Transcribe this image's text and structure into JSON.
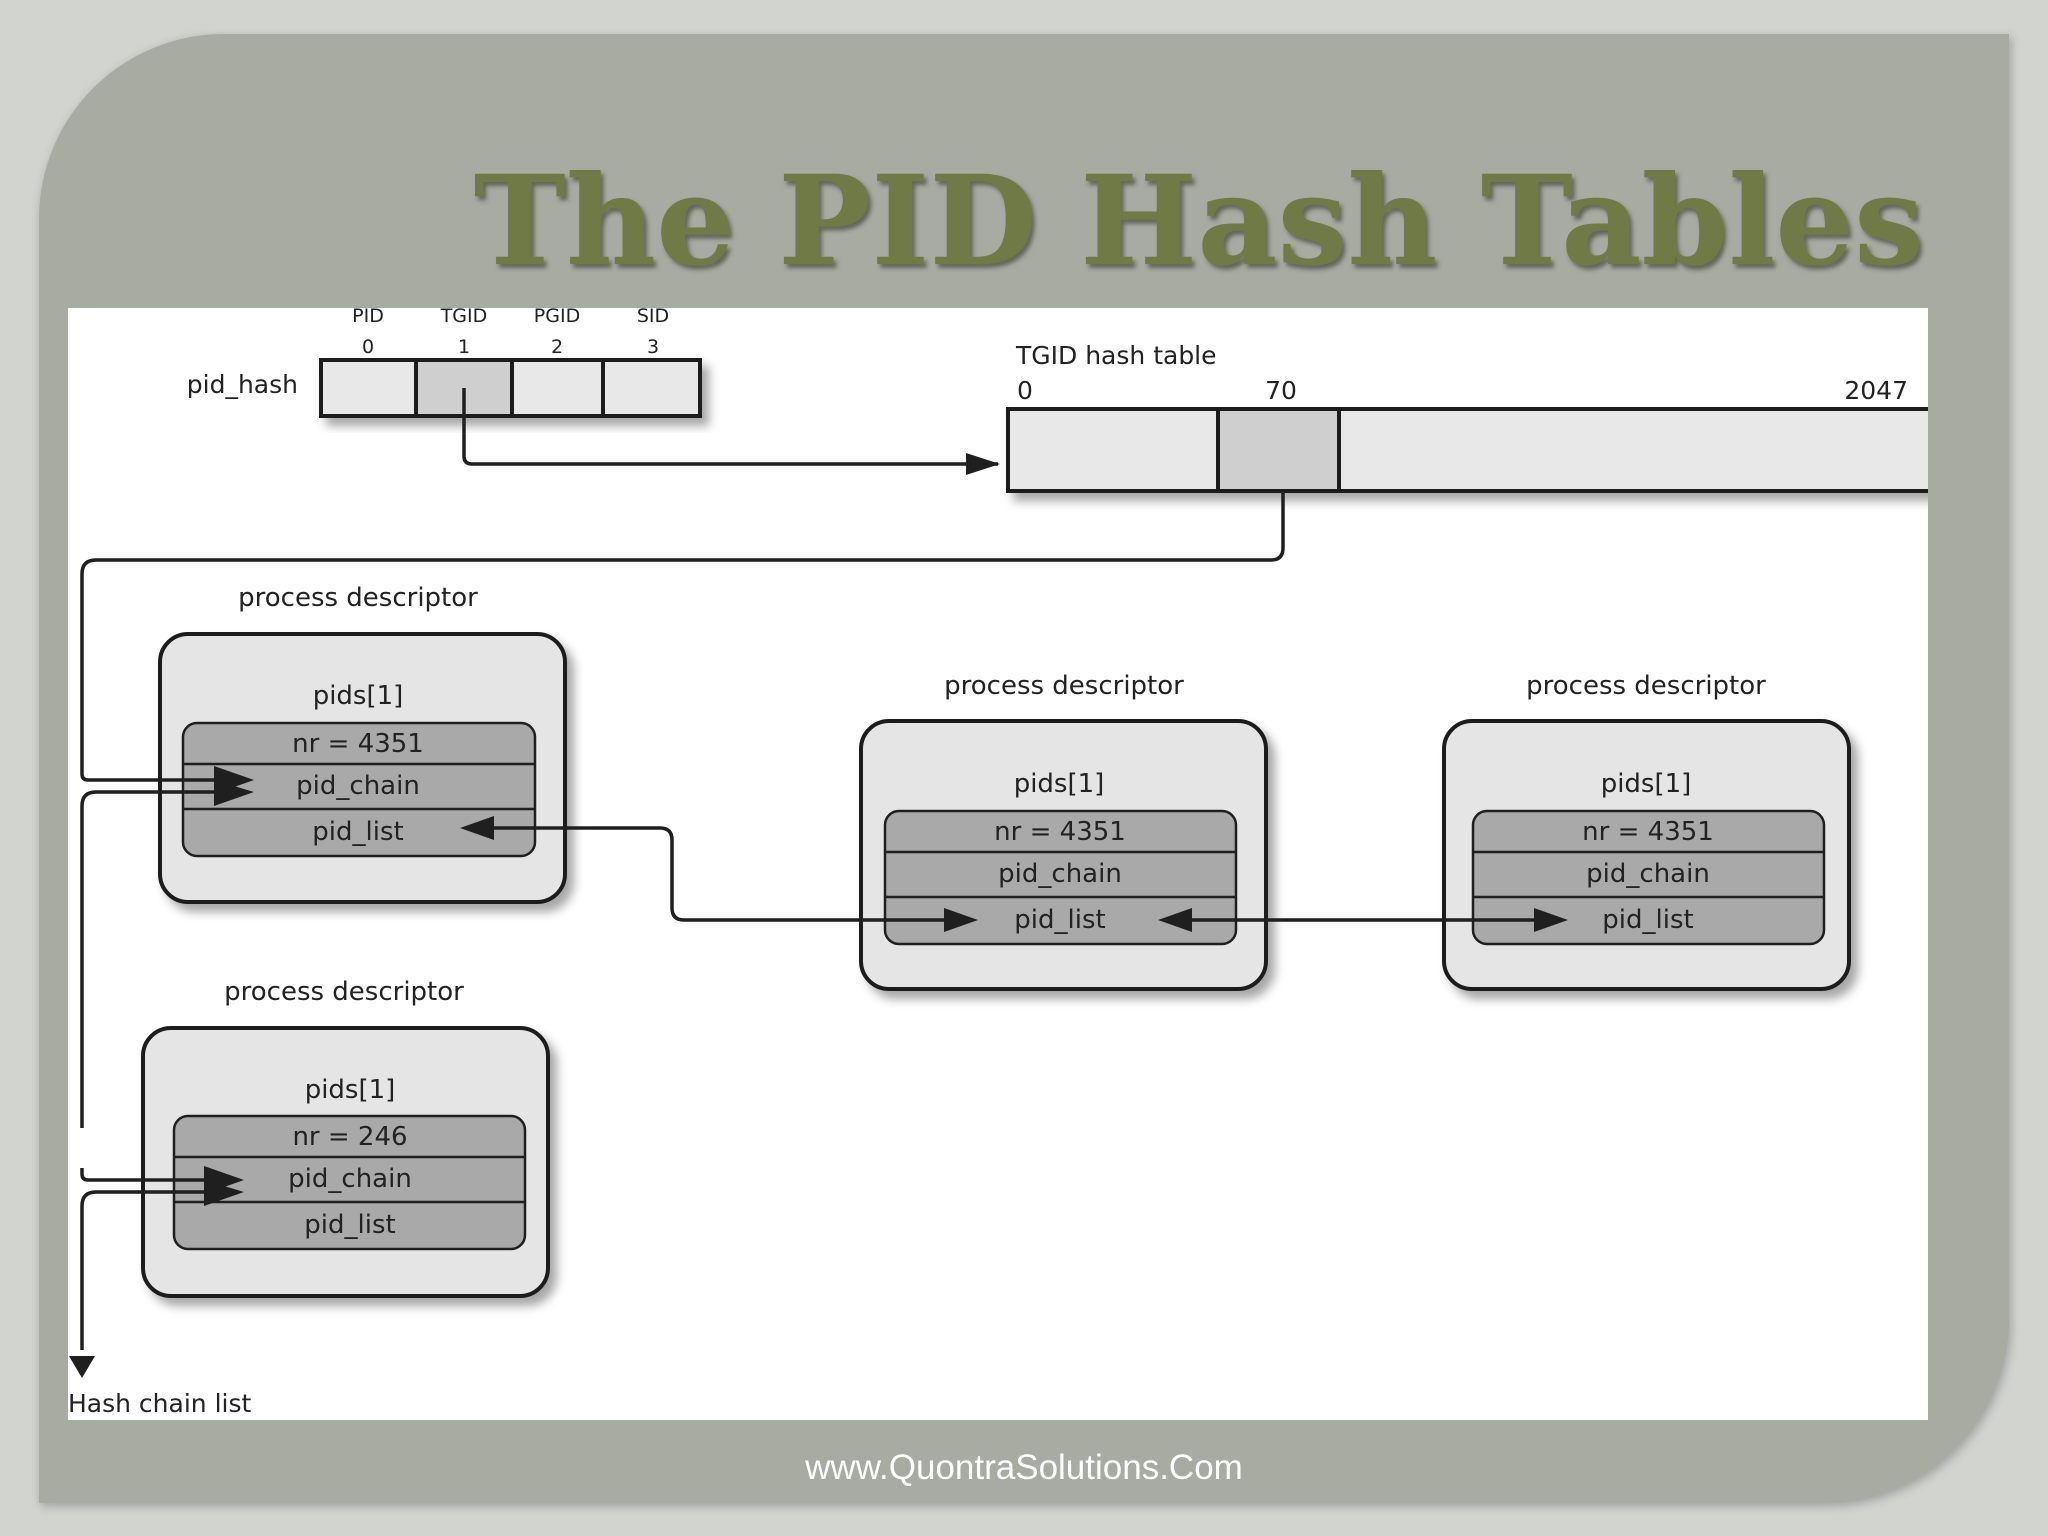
{
  "title": "The PID Hash Tables",
  "footer": "www.QuontraSolutions.Com",
  "pid_hash": {
    "label": "pid_hash",
    "columns": [
      {
        "name": "PID",
        "index": "0"
      },
      {
        "name": "TGID",
        "index": "1"
      },
      {
        "name": "PGID",
        "index": "2"
      },
      {
        "name": "SID",
        "index": "3"
      }
    ]
  },
  "tgid_table": {
    "title": "TGID hash table",
    "index_start": "0",
    "index_mid": "70",
    "index_end": "2047"
  },
  "descriptors": [
    {
      "caption": "process descriptor",
      "member": "pids[1]",
      "nr": "nr = 4351",
      "chain": "pid_chain",
      "list": "pid_list"
    },
    {
      "caption": "process descriptor",
      "member": "pids[1]",
      "nr": "nr = 4351",
      "chain": "pid_chain",
      "list": "pid_list"
    },
    {
      "caption": "process descriptor",
      "member": "pids[1]",
      "nr": "nr = 4351",
      "chain": "pid_chain",
      "list": "pid_list"
    },
    {
      "caption": "process descriptor",
      "member": "pids[1]",
      "nr": "nr = 246",
      "chain": "pid_chain",
      "list": "pid_list"
    }
  ],
  "hash_chain_label": "Hash chain list",
  "colors": {
    "panel": "#a7aba2",
    "title": "#6f7a47",
    "field": "#a9a9a9",
    "card": "#e5e5e5"
  }
}
